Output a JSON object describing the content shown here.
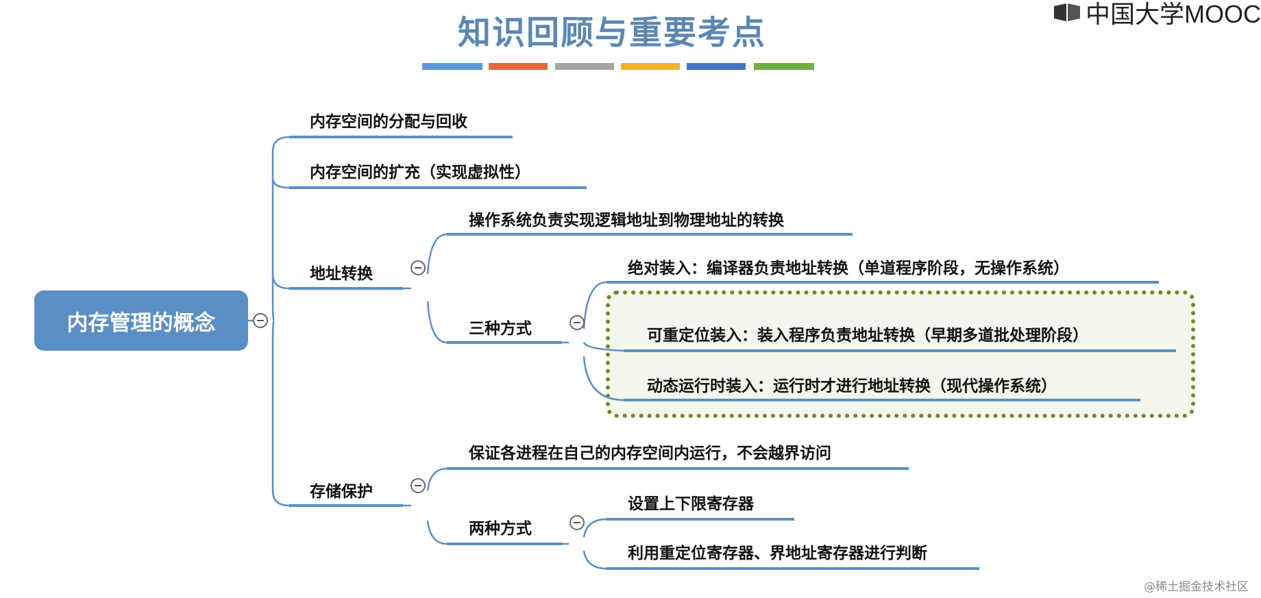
{
  "header": {
    "title": "知识回顾与重要考点",
    "logo_text": "中国大学MOOC",
    "color_bars": [
      "#5b9bd5",
      "#e06a3c",
      "#a5a5a5",
      "#f2b22e",
      "#4473c5",
      "#70ad47"
    ]
  },
  "mindmap": {
    "root": "内存管理的概念",
    "branches": {
      "alloc": "内存空间的分配与回收",
      "expand": "内存空间的扩充（实现虚拟性）",
      "addr": {
        "label": "地址转换",
        "desc": "操作系统负责实现逻辑地址到物理地址的转换",
        "modes": {
          "label": "三种方式",
          "absolute": "绝对装入：编译器负责地址转换（单道程序阶段，无操作系统）",
          "relocatable": "可重定位装入：装入程序负责地址转换（早期多道批处理阶段）",
          "dynamic": "动态运行时装入：运行时才进行地址转换（现代操作系统）"
        }
      },
      "protect": {
        "label": "存储保护",
        "desc": "保证各进程在自己的内存空间内运行，不会越界访问",
        "modes": {
          "label": "两种方式",
          "limits": "设置上下限寄存器",
          "reloc_reg": "利用重定位寄存器、界地址寄存器进行判断"
        }
      }
    }
  },
  "watermark": "@稀土掘金技术社区"
}
